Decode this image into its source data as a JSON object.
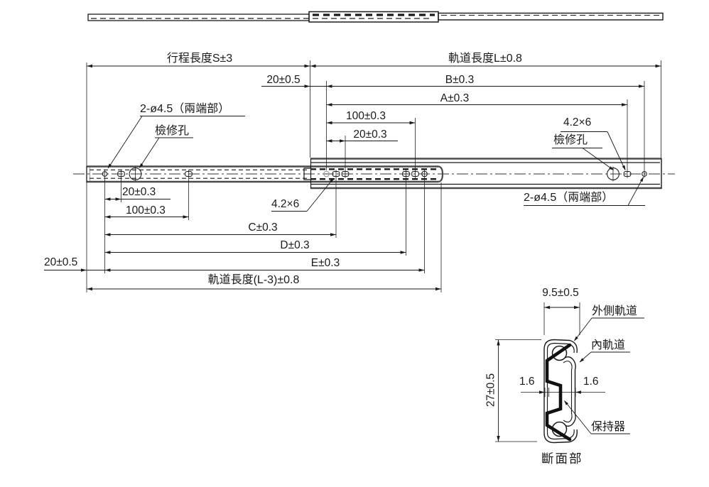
{
  "drawing": {
    "title_note": "drawer slide dimension drawing",
    "line_color": "#1a1a1a",
    "rail_color": "#4a4a4a",
    "dims_top": {
      "stroke_length": "行程長度S±3",
      "rail_length": "軌道長度L±0.8",
      "offset20": "20±0.5",
      "B": "B±0.3",
      "A": "A±0.3",
      "pitch100": "100±0.3",
      "pitch20": "20±0.3"
    },
    "dims_bottom": {
      "pitch20": "20±0.3",
      "pitch100": "100±0.3",
      "C": "C±0.3",
      "D": "D±0.3",
      "E": "E±0.3",
      "inner_rail_length": "軌道長度(L-3)±0.8",
      "offset20": "20±0.5"
    },
    "labels": {
      "end_holes_left": "2-ø4.5（兩端部）",
      "inspection_left": "檢修孔",
      "slot_bottom_left": "4.2×6",
      "slot_top_right": "4.2×6",
      "inspection_right": "檢修孔",
      "end_holes_right": "2-ø4.5（兩端部）"
    },
    "section": {
      "width": "9.5±0.5",
      "height": "27±0.5",
      "thickness_left": "1.6",
      "thickness_right": "1.6",
      "outer_rail": "外側軌道",
      "inner_rail": "內軌道",
      "retainer": "保持器",
      "caption": "斷面部"
    }
  }
}
